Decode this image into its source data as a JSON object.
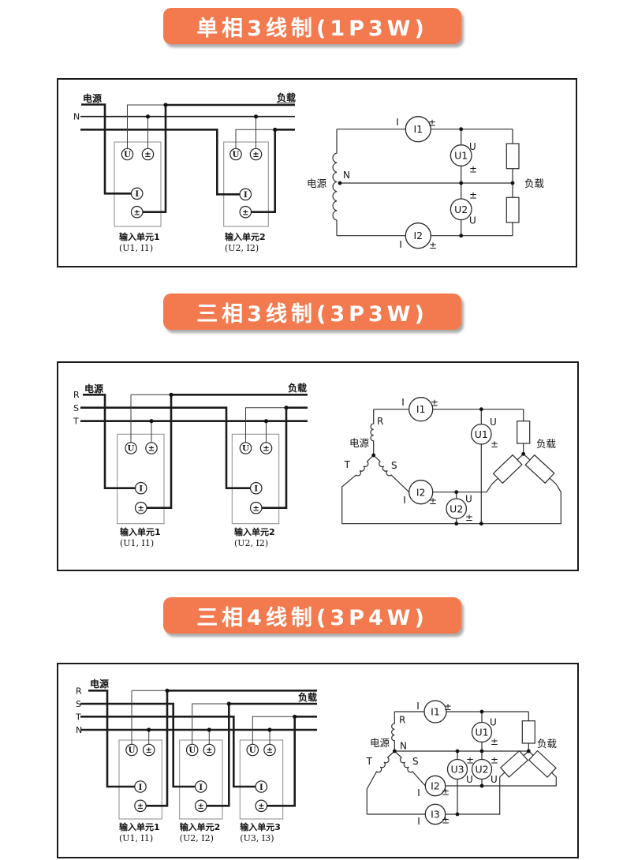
{
  "page": {
    "bg": "#ffffff"
  },
  "banner_style": {
    "fill": "#f3794f",
    "text": "#ffffff",
    "shadow": "#ababab"
  },
  "sections": [
    {
      "id": "1p3w",
      "banner": "单相3线制(1P3W)",
      "left": {
        "source": "电源",
        "load": "负载",
        "phases": {
          "n": "N"
        },
        "terminals": {
          "u": "U",
          "pm": "±",
          "i": "I"
        },
        "units": [
          {
            "name": "输入单元1",
            "sub": "(U1, I1)"
          },
          {
            "name": "输入单元2",
            "sub": "(U2, I2)"
          }
        ]
      },
      "right": {
        "source": "电源",
        "load": "负载",
        "n": "N",
        "labels": {
          "i": "I",
          "u": "U",
          "pm": "±"
        },
        "meters": {
          "i1": "I1",
          "i2": "I2",
          "u1": "U1",
          "u2": "U2"
        }
      }
    },
    {
      "id": "3p3w",
      "banner": "三相3线制(3P3W)",
      "left": {
        "source": "电源",
        "load": "负载",
        "phases": {
          "r": "R",
          "s": "S",
          "t": "T"
        },
        "terminals": {
          "u": "U",
          "pm": "±",
          "i": "I"
        },
        "units": [
          {
            "name": "输入单元1",
            "sub": "(U1, I1)"
          },
          {
            "name": "输入单元2",
            "sub": "(U2, I2)"
          }
        ]
      },
      "right": {
        "source": "电源",
        "load": "负载",
        "phases": {
          "r": "R",
          "s": "S",
          "t": "T"
        },
        "labels": {
          "i": "I",
          "u": "U",
          "pm": "±"
        },
        "meters": {
          "i1": "I1",
          "i2": "I2",
          "u1": "U1",
          "u2": "U2"
        }
      }
    },
    {
      "id": "3p4w",
      "banner": "三相4线制(3P4W)",
      "left": {
        "source": "电源",
        "load": "负载",
        "phases": {
          "r": "R",
          "s": "S",
          "t": "T",
          "n": "N"
        },
        "terminals": {
          "u": "U",
          "pm": "±",
          "i": "I"
        },
        "units": [
          {
            "name": "输入单元1",
            "sub": "(U1, I1)"
          },
          {
            "name": "输入单元2",
            "sub": "(U2, I2)"
          },
          {
            "name": "输入单元3",
            "sub": "(U3, I3)"
          }
        ]
      },
      "right": {
        "source": "电源",
        "load": "负载",
        "n": "N",
        "phases": {
          "r": "R",
          "s": "S",
          "t": "T"
        },
        "labels": {
          "i": "I",
          "u": "U",
          "pm": "±"
        },
        "meters": {
          "i1": "I1",
          "i2": "I2",
          "i3": "I3",
          "u1": "U1",
          "u2": "U2",
          "u3": "U3"
        }
      }
    }
  ]
}
